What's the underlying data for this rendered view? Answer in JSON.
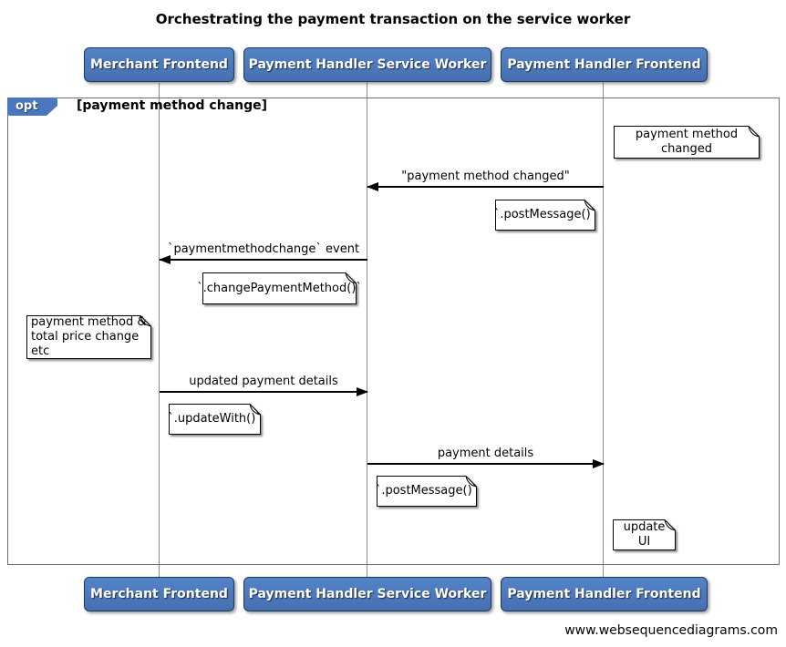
{
  "title": "Orchestrating the payment transaction on the service worker",
  "footer": "www.websequencediagrams.com",
  "fragment": {
    "operator": "opt",
    "guard": "[payment method change]"
  },
  "actors": [
    {
      "id": "merchant-frontend",
      "label": "Merchant Frontend"
    },
    {
      "id": "payment-handler-service-worker",
      "label": "Payment Handler Service Worker"
    },
    {
      "id": "payment-handler-frontend",
      "label": "Payment Handler Frontend"
    }
  ],
  "messages": [
    {
      "label": "\"payment method changed\"",
      "from": "Payment Handler Frontend",
      "to": "Payment Handler Service Worker",
      "direction": "left"
    },
    {
      "label": "`paymentmethodchange` event",
      "from": "Payment Handler Service Worker",
      "to": "Merchant Frontend",
      "direction": "left"
    },
    {
      "label": "updated payment details",
      "from": "Merchant Frontend",
      "to": "Payment Handler Service Worker",
      "direction": "right"
    },
    {
      "label": "payment details",
      "from": "Payment Handler Service Worker",
      "to": "Payment Handler Frontend",
      "direction": "right"
    }
  ],
  "notes": [
    {
      "text": "payment method changed",
      "side": "right of Payment Handler Frontend"
    },
    {
      "text": "`.postMessage()`",
      "side": "left of Payment Handler Frontend"
    },
    {
      "text": "`.changePaymentMethod()`",
      "side": "left of Payment Handler Service Worker"
    },
    {
      "text": "payment method &\ntotal price change etc",
      "side": "left of Merchant Frontend"
    },
    {
      "text": "`.updateWith()`",
      "side": "right of Merchant Frontend"
    },
    {
      "text": "`.postMessage()`",
      "side": "right of Payment Handler Service Worker"
    },
    {
      "text": "update UI",
      "side": "right of Payment Handler Frontend"
    }
  ],
  "colors": {
    "actor_fill": "#5484C6",
    "actor_fill_dark": "#466FB0",
    "actor_border": "#1C3764",
    "operator_fill": "#4B77BE",
    "frame_border": "#6F6F6F",
    "lifeline": "#8C8C8C",
    "note_fill": "#FFFFFF",
    "arrow": "#000000",
    "text": "#000000"
  }
}
